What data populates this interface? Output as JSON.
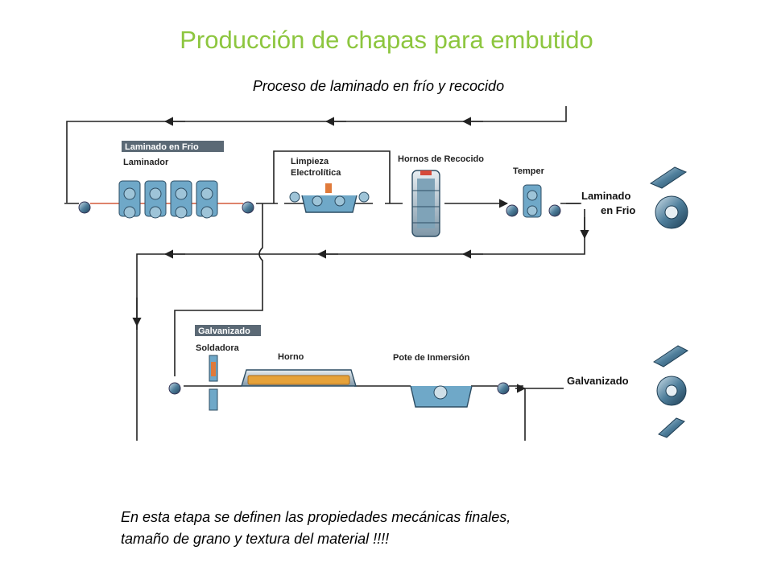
{
  "title": "Producción de chapas para embutido",
  "subtitle": "Proceso de laminado en frío y recocido",
  "caption": {
    "line1": "En esta etapa se definen las propiedades mecánicas finales,",
    "line2": "tamaño de grano y textura del material !!!!"
  },
  "diagram": {
    "laminado_tag": "Laminado en Frio",
    "laminador": "Laminador",
    "limpieza_1": "Limpieza",
    "limpieza_2": "Electrolítica",
    "hornos_recocido": "Hornos de Recocido",
    "temper": "Temper",
    "out_laminado_1": "Laminado",
    "out_laminado_2": "en Frio",
    "galvanizado_tag": "Galvanizado",
    "soldadora": "Soldadora",
    "horno": "Horno",
    "pote": "Pote de Inmersión",
    "out_galvanizado": "Galvanizado"
  },
  "colors": {
    "title": "#8dc63f",
    "tag_background": "#5b6975",
    "strip": "#d45a3a",
    "machine": "#6fa8c8"
  }
}
